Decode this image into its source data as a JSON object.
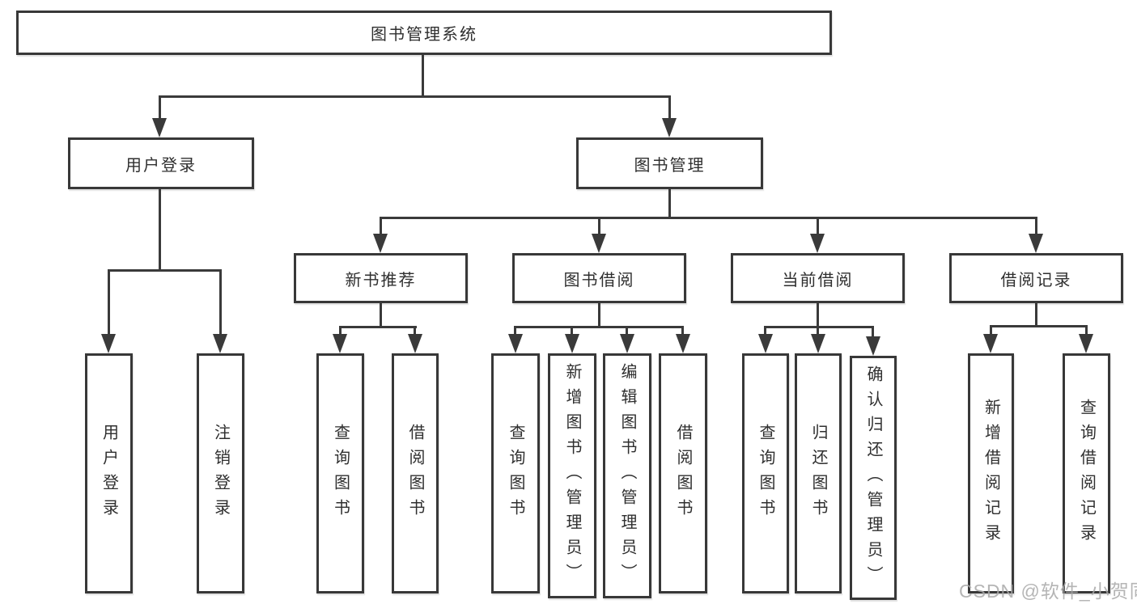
{
  "diagram": {
    "title": "图书管理系统",
    "level2": [
      {
        "label": "用户登录"
      },
      {
        "label": "图书管理"
      }
    ],
    "level3": [
      {
        "label": "新书推荐"
      },
      {
        "label": "图书借阅"
      },
      {
        "label": "当前借阅"
      },
      {
        "label": "借阅记录"
      }
    ],
    "leaves": [
      {
        "label": "用户登录"
      },
      {
        "label": "注销登录"
      },
      {
        "label": "查询图书"
      },
      {
        "label": "借阅图书"
      },
      {
        "label": "查询图书"
      },
      {
        "label": "新增图书（管理员）"
      },
      {
        "label": "编辑图书（管理员）"
      },
      {
        "label": "借阅图书"
      },
      {
        "label": "查询图书"
      },
      {
        "label": "归还图书"
      },
      {
        "label": "确认归还（管理员）"
      },
      {
        "label": "新增借阅记录"
      },
      {
        "label": "查询借阅记录"
      }
    ],
    "watermark": "CSDN @软件_小贺同学",
    "colors": {
      "line": "#3a3a3a",
      "text": "#2f2f2f",
      "watermark": "#a8a8a8"
    }
  }
}
